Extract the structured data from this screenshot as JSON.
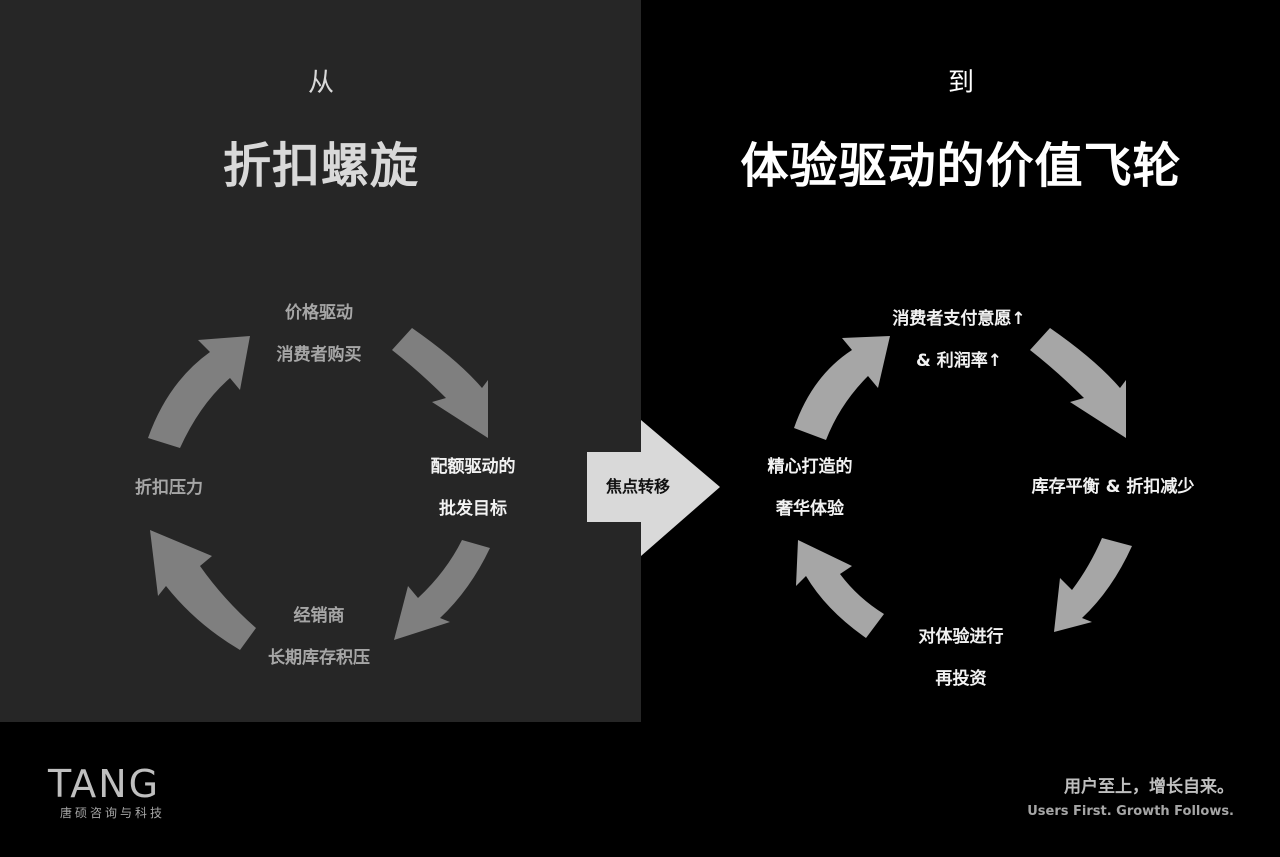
{
  "left": {
    "from_label": "从",
    "title": "折扣螺旋",
    "nodes": {
      "top_line1": "价格驱动",
      "top_line2": "消费者购买",
      "right_line1": "配额驱动的",
      "right_line2": "批发目标",
      "bottom_line1": "经销商",
      "bottom_line2": "长期库存积压",
      "left_line1": "折扣压力"
    }
  },
  "right": {
    "to_label": "到",
    "title": "体验驱动的价值飞轮",
    "nodes": {
      "top_line1": "消费者支付意愿↑",
      "top_line2": "& 利润率↑",
      "right_line1": "库存平衡 & 折扣减少",
      "bottom_line1": "对体验进行",
      "bottom_line2": "再投资",
      "left_line1": "精心打造的",
      "left_line2": "奢华体验"
    }
  },
  "shift": {
    "label": "焦点转移"
  },
  "footer": {
    "logo": "TANG",
    "logo_sub": "唐硕咨询与科技",
    "slogan_cn": "用户至上，增长自来。",
    "slogan_en": "Users First. Growth Follows."
  },
  "colors": {
    "left_bg": "#262626",
    "right_bg": "#000000",
    "arrow_left": "#7f7f7f",
    "arrow_right": "#a6a6a6",
    "shift_arrow": "#d9d9d9",
    "title_left": "#d9d9d9",
    "title_right": "#ffffff"
  }
}
